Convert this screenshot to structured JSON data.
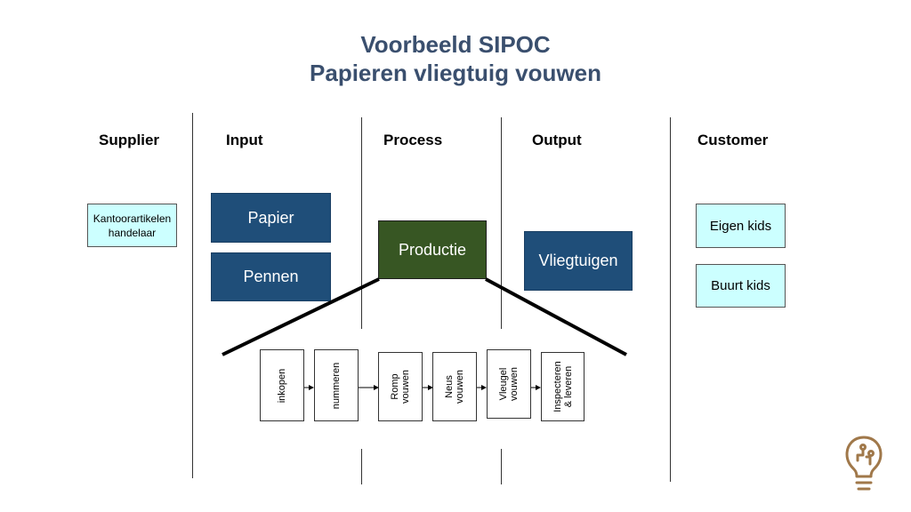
{
  "title": {
    "line1": "Voorbeeld SIPOC",
    "line2": "Papieren vliegtuig vouwen"
  },
  "columns": {
    "supplier": "Supplier",
    "input": "Input",
    "process": "Process",
    "output": "Output",
    "customer": "Customer"
  },
  "supplier_box": "Kantoorartikelen handelaar",
  "inputs": [
    "Papier",
    "Pennen"
  ],
  "process_box": "Productie",
  "output_box": "Vliegtuigen",
  "customers": [
    "Eigen kids",
    "Buurt kids"
  ],
  "steps": [
    "inkopen",
    "nummeren",
    "Romp\nvouwen",
    "Neus\nvouwen",
    "Vleugel\nvouwen",
    "Inspecteren\n& leveren"
  ],
  "colors": {
    "title": "#3a4f6e",
    "input_output_fill": "#1f4e79",
    "process_fill": "#375623",
    "supplier_customer_fill": "#ccffff",
    "logo": "#a0784a"
  },
  "icons": {
    "logo": "lightbulb-logo-icon"
  }
}
